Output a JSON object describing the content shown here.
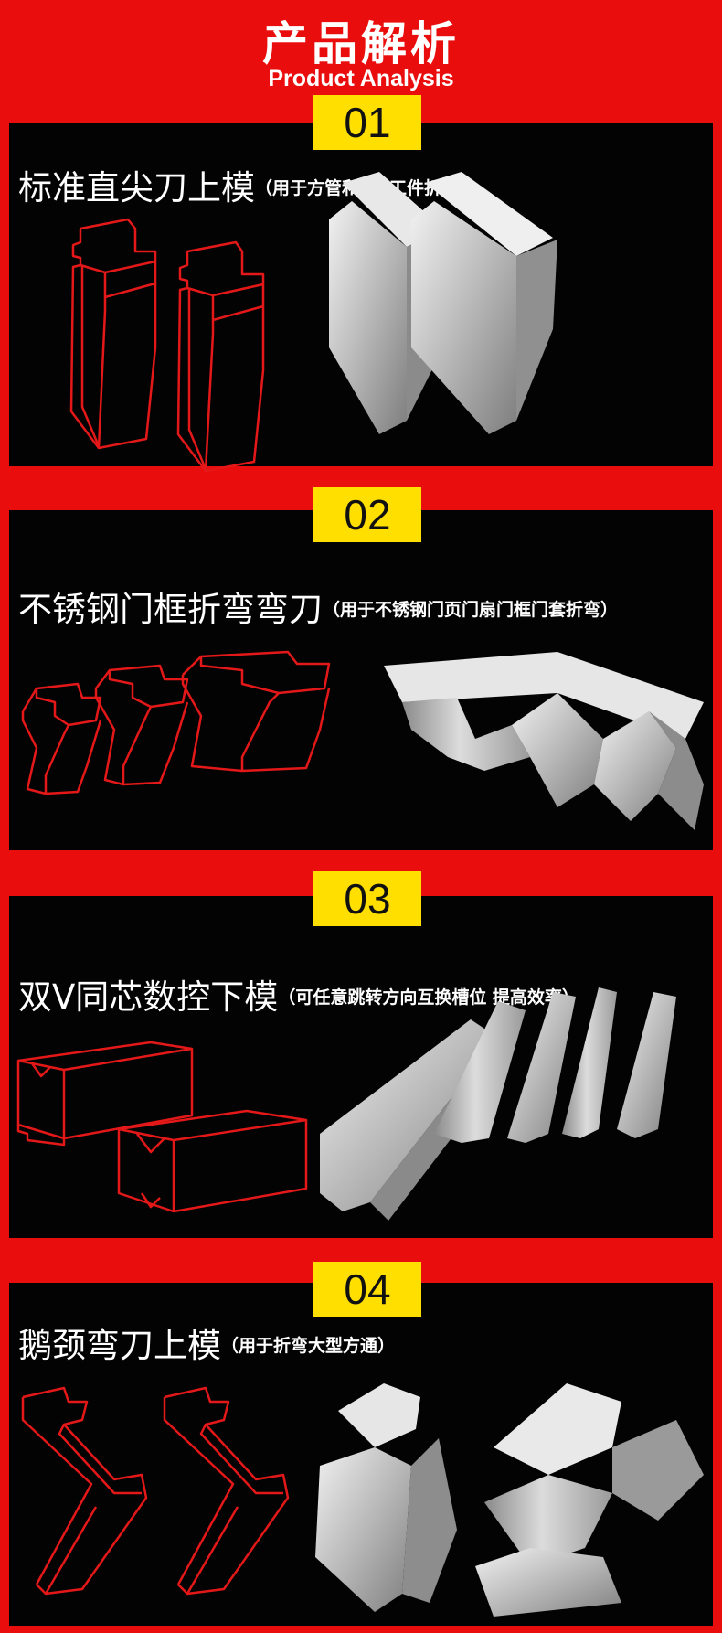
{
  "header": {
    "title": "产品解析",
    "subtitle": "Product Analysis"
  },
  "colors": {
    "background": "#ea0d0d",
    "panel": "#030303",
    "badge": "#ffdf00",
    "outline": "#e41818"
  },
  "sections": [
    {
      "number": "01",
      "title": "标准直尖刀上模",
      "note": "（用于方管和C型工件折弯）"
    },
    {
      "number": "02",
      "title": "不锈钢门框折弯弯刀",
      "note": "（用于不锈钢门页门扇门框门套折弯）"
    },
    {
      "number": "03",
      "title": "双V同芯数控下模",
      "note": "（可任意跳转方向互换槽位 提高效率）"
    },
    {
      "number": "04",
      "title": "鹅颈弯刀上模",
      "note": "（用于折弯大型方通）"
    }
  ]
}
